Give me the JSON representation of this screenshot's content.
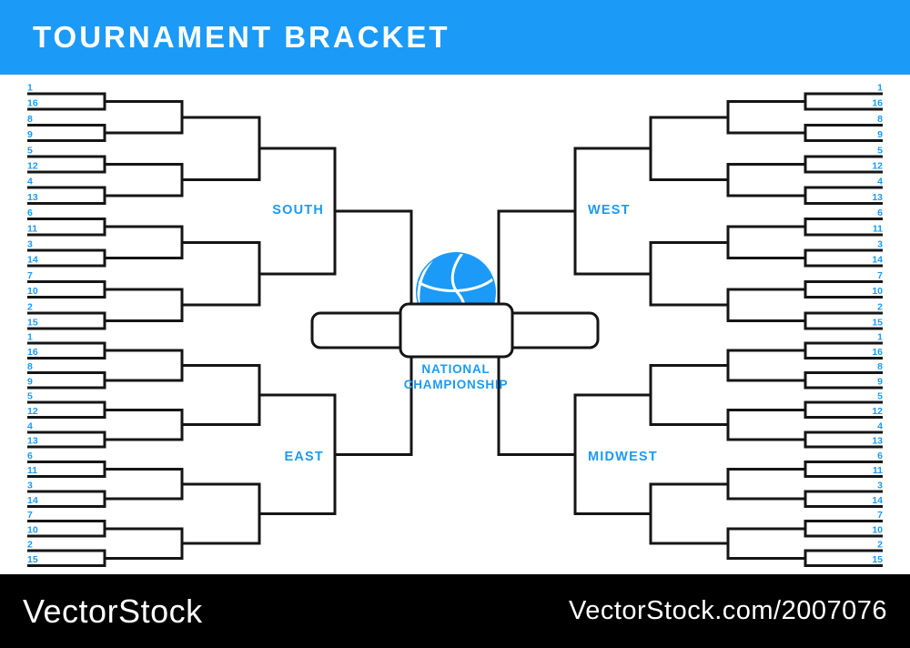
{
  "header": {
    "title": "TOURNAMENT BRACKET"
  },
  "colors": {
    "accent": "#1b9af7",
    "line": "#151515",
    "footer_bg": "#000000",
    "background": "#ffffff"
  },
  "bracket": {
    "seed_order": [
      "1",
      "16",
      "8",
      "9",
      "5",
      "12",
      "4",
      "13",
      "6",
      "11",
      "3",
      "14",
      "7",
      "10",
      "2",
      "15"
    ],
    "regions": [
      {
        "id": "south",
        "label": "SOUTH",
        "side": "left",
        "band": "top"
      },
      {
        "id": "west",
        "label": "WEST",
        "side": "right",
        "band": "top"
      },
      {
        "id": "east",
        "label": "EAST",
        "side": "left",
        "band": "bottom"
      },
      {
        "id": "midwest",
        "label": "MIDWEST",
        "side": "right",
        "band": "bottom"
      }
    ],
    "center": {
      "icon": "basketball-icon",
      "label_line1": "NATIONAL",
      "label_line2": "CHAMPIONSHIP"
    }
  },
  "footer": {
    "brand": "VectorStock",
    "credit": "VectorStock.com/2007076"
  }
}
